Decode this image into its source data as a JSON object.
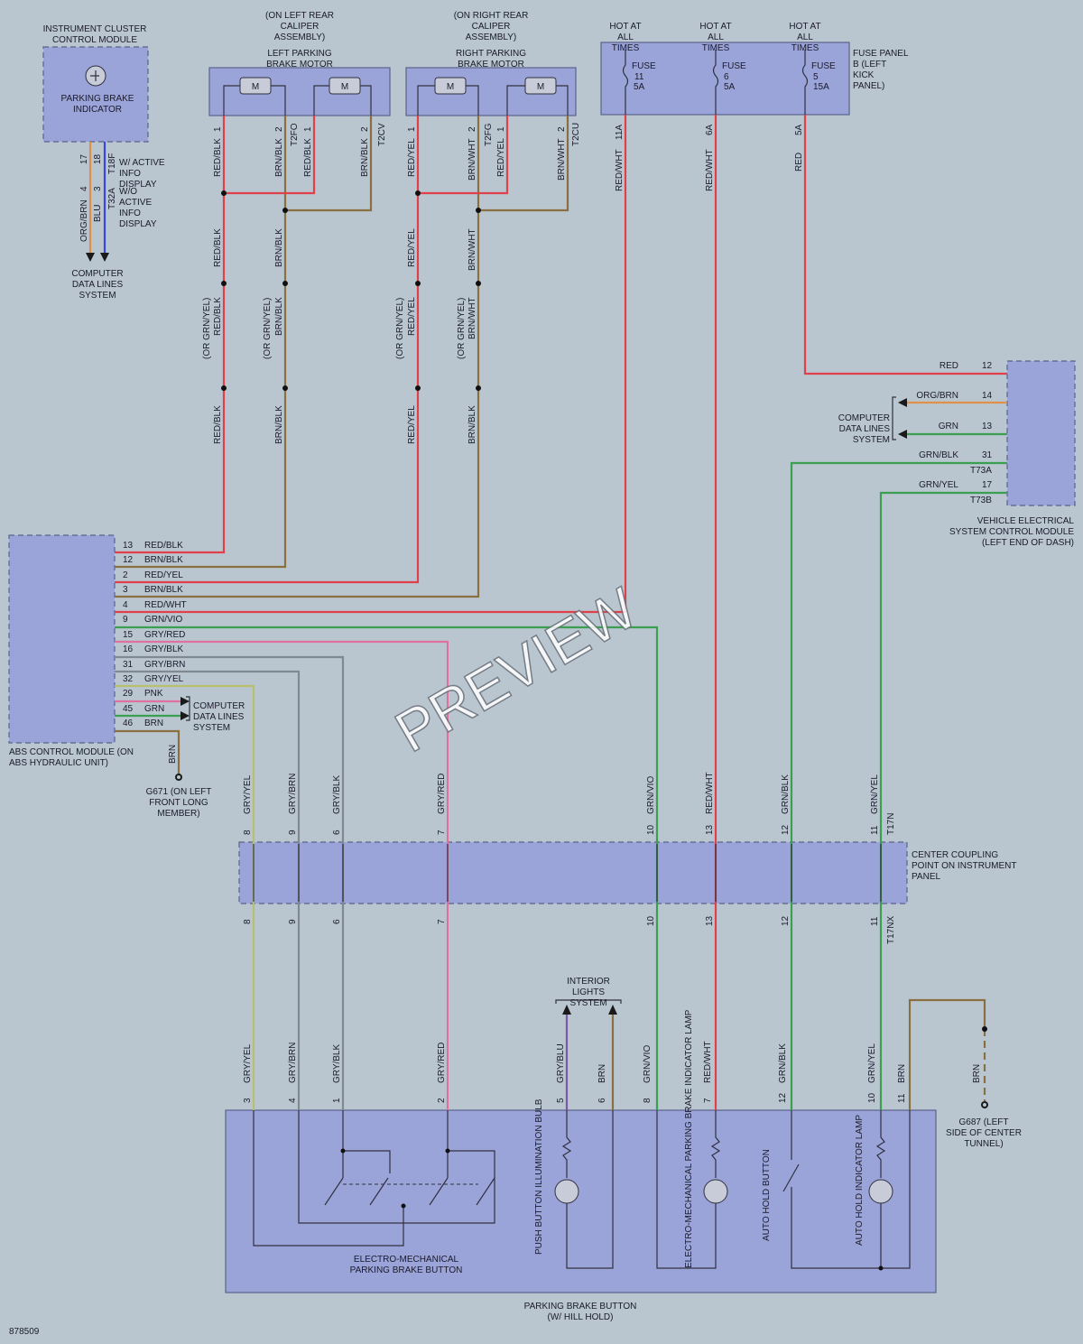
{
  "modules": {
    "instrument_cluster": "INSTRUMENT CLUSTER CONTROL MODULE",
    "parking_brake_indicator": "PARKING BRAKE INDICATOR",
    "left_motor_a": "(ON LEFT REAR CALIPER ASSEMBLY)",
    "left_motor_b": "LEFT PARKING BRAKE MOTOR",
    "right_motor_a": "(ON RIGHT REAR CALIPER ASSEMBLY)",
    "right_motor_b": "RIGHT PARKING BRAKE MOTOR",
    "fuse_panel": "FUSE PANEL B (LEFT KICK PANEL)",
    "vescm": "VEHICLE ELECTRICAL SYSTEM CONTROL MODULE (LEFT END OF DASH)",
    "abs": "ABS CONTROL MODULE (ON ABS HYDRAULIC UNIT)",
    "center_coupling": "CENTER COUPLING POINT ON INSTRUMENT PANEL",
    "parking_brake_button": "PARKING BRAKE BUTTON (W/ HILL HOLD)",
    "em_button": "ELECTRO-MECHANICAL PARKING BRAKE BUTTON",
    "push_button_bulb": "PUSH BUTTON ILLUMINATION BULB",
    "em_indicator_lamp": "ELECTRO-MECHANICAL PARKING BRAKE INDICATOR LAMP",
    "auto_hold_button": "AUTO HOLD BUTTON",
    "auto_hold_lamp": "AUTO HOLD INDICATOR LAMP"
  },
  "labels": {
    "w_active": "W/ ACTIVE INFO DISPLAY",
    "wo_active": "W/O ACTIVE INFO DISPLAY",
    "computer_data": "COMPUTER DATA LINES SYSTEM",
    "interior_lights": "INTERIOR LIGHTS SYSTEM",
    "hot": "HOT AT ALL TIMES",
    "fuse": "FUSE",
    "or_grn_yel": "(OR GRN/YEL)",
    "g671": "G671 (ON LEFT FRONT LONG MEMBER)",
    "g687": "G687 (LEFT SIDE OF CENTER TUNNEL)",
    "motor": "M",
    "figure_id": "878509",
    "watermark": "PREVIEW"
  },
  "fuses": [
    {
      "num": "11",
      "amp": "5A",
      "wire_amp": "11A",
      "wire": "RED/WHT"
    },
    {
      "num": "6",
      "amp": "5A",
      "wire_amp": "6A",
      "wire": "RED/WHT"
    },
    {
      "num": "5",
      "amp": "15A",
      "wire_amp": "5A",
      "wire": "RED"
    }
  ],
  "cluster_pins": [
    "17",
    "18",
    "4",
    "3"
  ],
  "cluster_connectors": [
    "T18F",
    "T32A"
  ],
  "cluster_wires": [
    "ORG/BRN",
    "BLU"
  ],
  "motor_pins": [
    "1",
    "2",
    "1",
    "2",
    "1",
    "2",
    "1",
    "2"
  ],
  "motor_connectors": [
    "T2FO",
    "T2CV",
    "T2FG",
    "T2CU"
  ],
  "motor_wires": [
    "RED/BLK",
    "BRN/BLK",
    "RED/BLK",
    "BRN/BLK",
    "RED/YEL",
    "BRN/WHT",
    "RED/YEL",
    "BRN/WHT"
  ],
  "vescm_pins": [
    {
      "pin": "12",
      "wire": "RED"
    },
    {
      "pin": "14",
      "wire": "ORG/BRN"
    },
    {
      "pin": "13",
      "wire": "GRN"
    },
    {
      "pin": "31",
      "wire": "GRN/BLK"
    },
    {
      "pin": "17",
      "wire": "GRN/YEL"
    }
  ],
  "vescm_connectors": [
    "T73A",
    "T73B"
  ],
  "abs_pins": [
    {
      "pin": "13",
      "wire": "RED/BLK"
    },
    {
      "pin": "12",
      "wire": "BRN/BLK"
    },
    {
      "pin": "2",
      "wire": "RED/YEL"
    },
    {
      "pin": "3",
      "wire": "BRN/BLK"
    },
    {
      "pin": "4",
      "wire": "RED/WHT"
    },
    {
      "pin": "9",
      "wire": "GRN/VIO"
    },
    {
      "pin": "15",
      "wire": "GRY/RED"
    },
    {
      "pin": "16",
      "wire": "GRY/BLK"
    },
    {
      "pin": "31",
      "wire": "GRY/BRN"
    },
    {
      "pin": "32",
      "wire": "GRY/YEL"
    },
    {
      "pin": "29",
      "wire": "PNK"
    },
    {
      "pin": "45",
      "wire": "GRN"
    },
    {
      "pin": "46",
      "wire": "BRN"
    }
  ],
  "ground_wire": "BRN",
  "coupling": [
    {
      "pin": "8",
      "wire": "GRY/YEL"
    },
    {
      "pin": "9",
      "wire": "GRY/BRN"
    },
    {
      "pin": "6",
      "wire": "GRY/BLK"
    },
    {
      "pin": "7",
      "wire": "GRY/RED"
    },
    {
      "pin": "10",
      "wire": "GRN/VIO"
    },
    {
      "pin": "13",
      "wire": "RED/WHT"
    },
    {
      "pin": "12",
      "wire": "GRN/BLK"
    },
    {
      "pin": "11",
      "wire": "GRN/YEL"
    }
  ],
  "coupling_connectors": [
    "T17N",
    "T17NX"
  ],
  "button_pins": [
    {
      "pin": "3",
      "wire": "GRY/YEL"
    },
    {
      "pin": "4",
      "wire": "GRY/BRN"
    },
    {
      "pin": "1",
      "wire": "GRY/BLK"
    },
    {
      "pin": "2",
      "wire": "GRY/RED"
    },
    {
      "pin": "5",
      "wire": "GRY/BLU"
    },
    {
      "pin": "6",
      "wire": "BRN"
    },
    {
      "pin": "8",
      "wire": "GRN/VIO"
    },
    {
      "pin": "7",
      "wire": "RED/WHT"
    },
    {
      "pin": "12",
      "wire": "GRN/BLK"
    },
    {
      "pin": "10",
      "wire": "GRN/YEL"
    },
    {
      "pin": "11",
      "wire": "BRN"
    }
  ]
}
